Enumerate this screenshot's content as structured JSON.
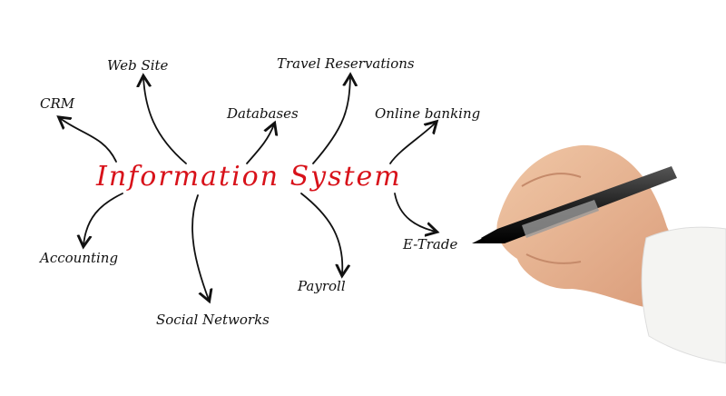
{
  "diagram": {
    "center": "Information System",
    "nodes": [
      "CRM",
      "Web Site",
      "Databases",
      "Travel Reservations",
      "Online banking",
      "Accounting",
      "Social Networks",
      "Payroll",
      "E-Trade"
    ]
  },
  "colors": {
    "center_text": "#d8121a",
    "node_text": "#111111",
    "background": "#ffffff"
  }
}
